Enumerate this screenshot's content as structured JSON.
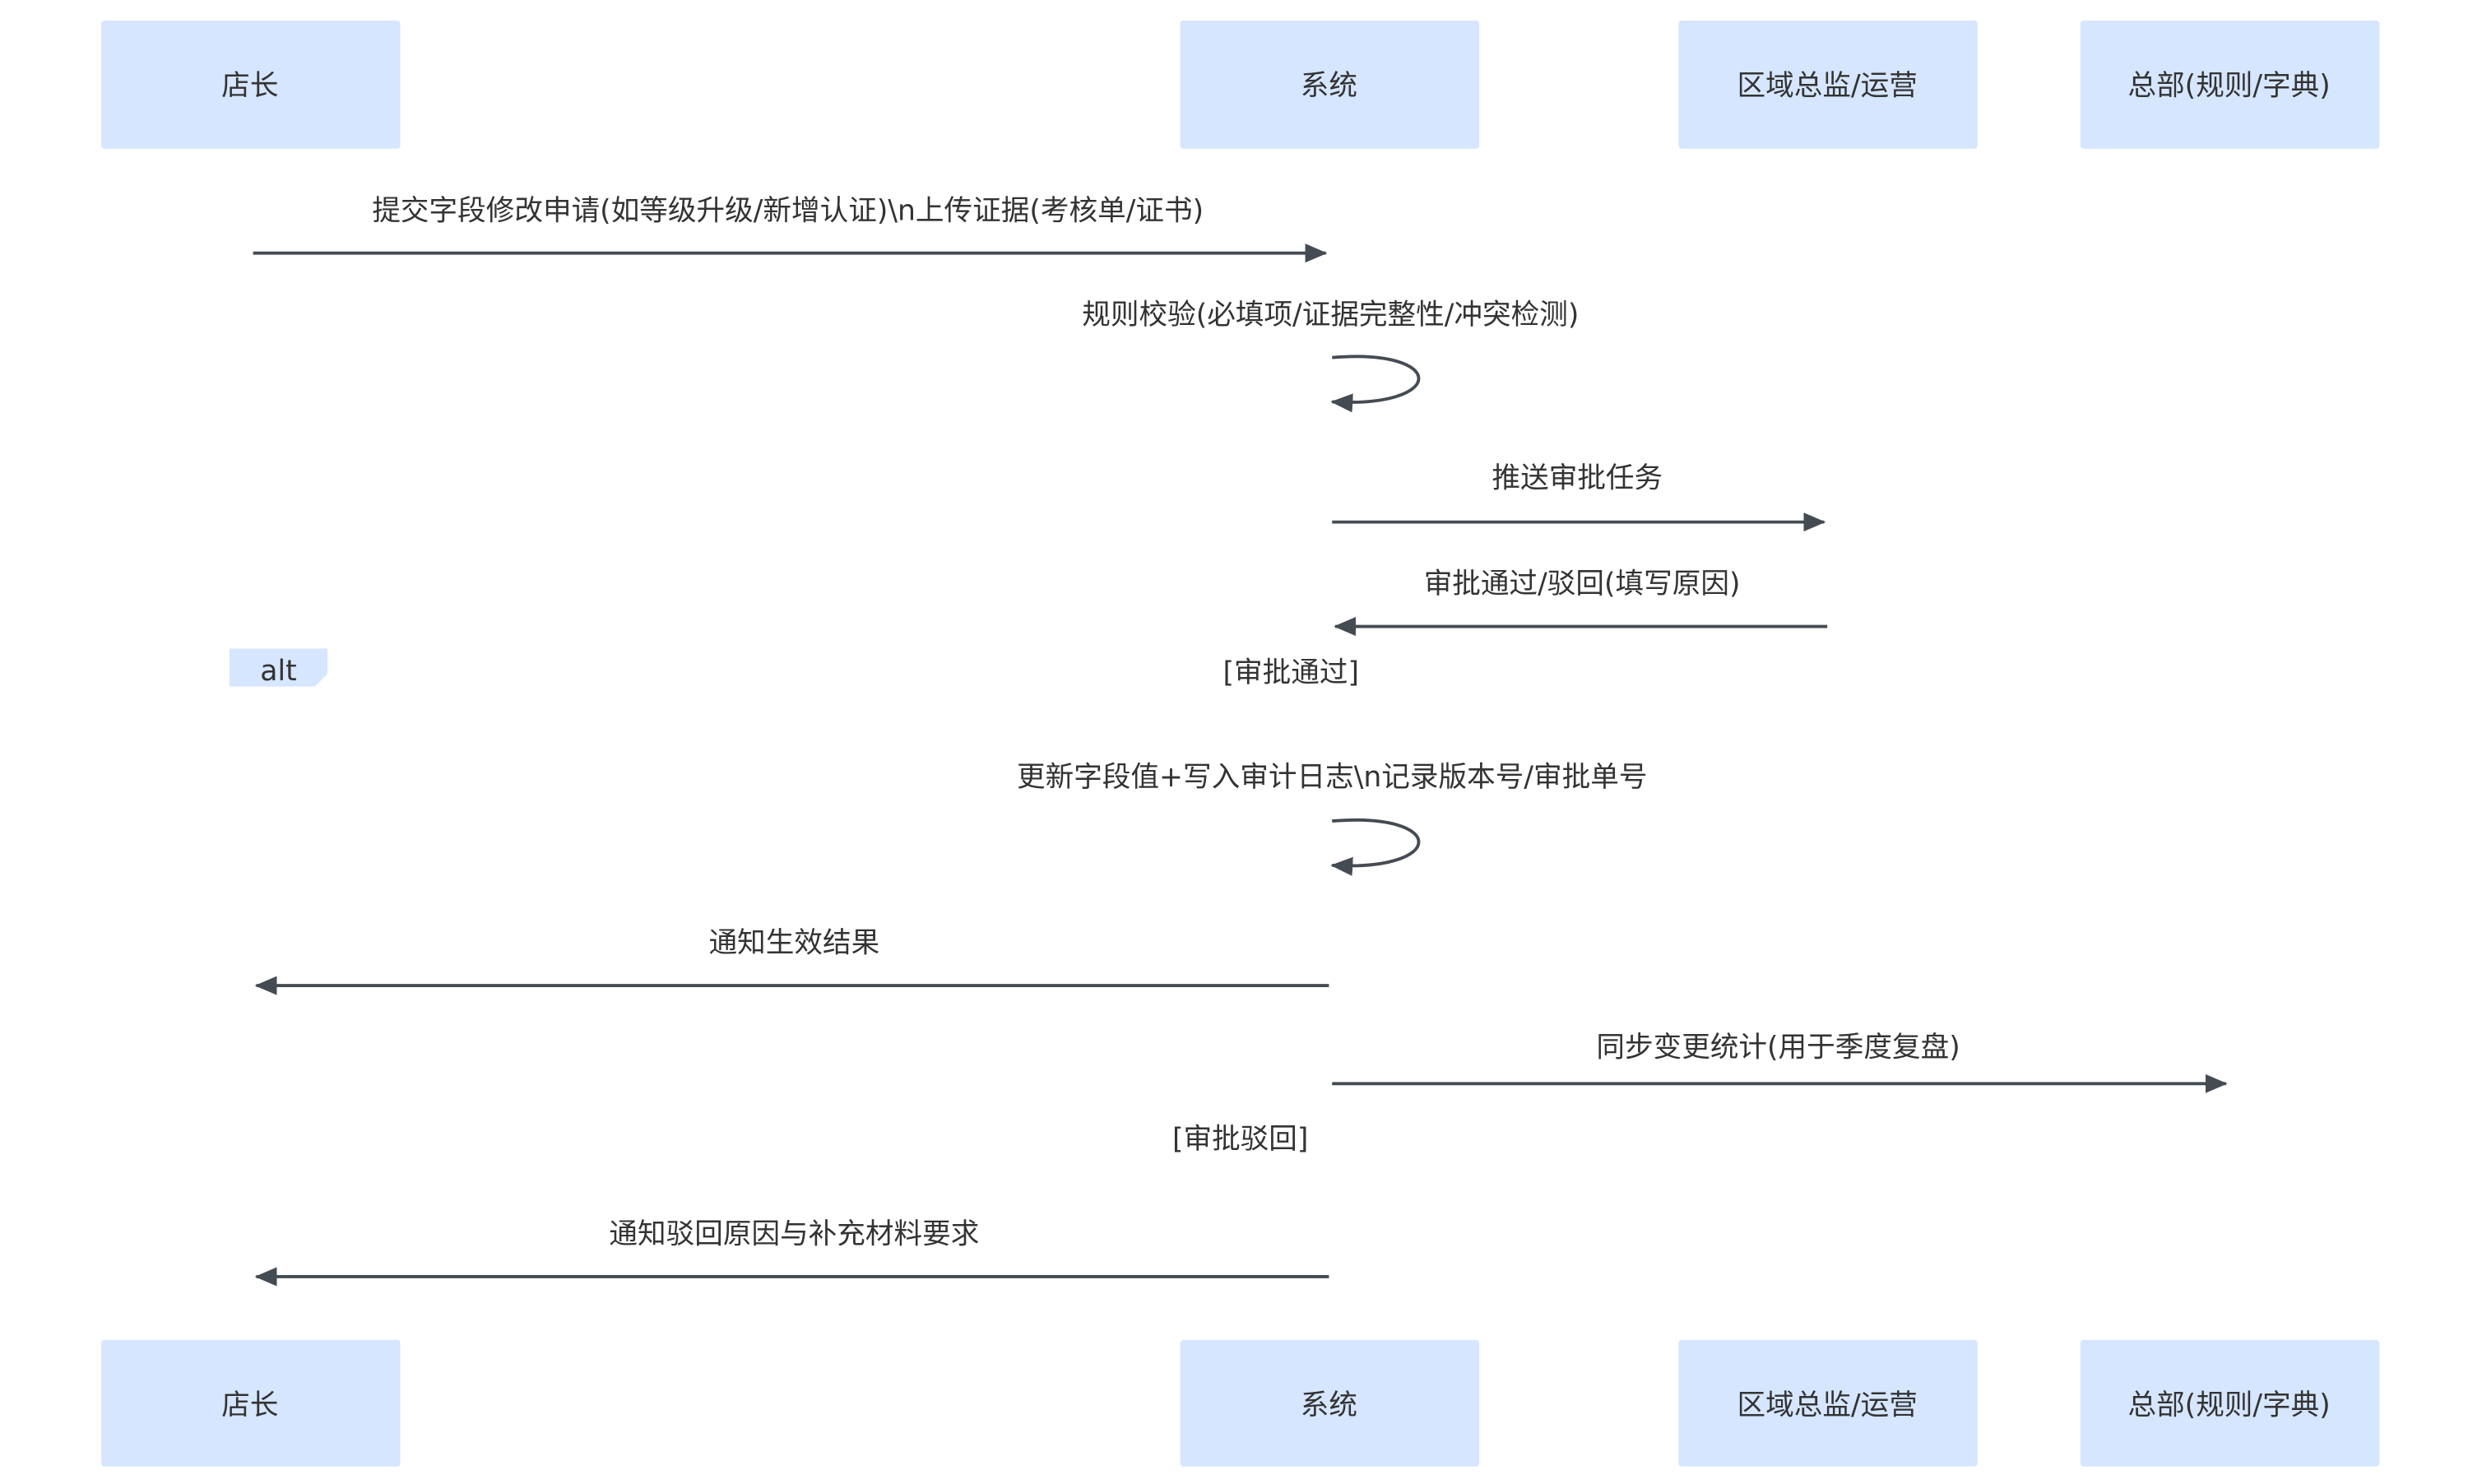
{
  "participants": [
    "店长",
    "系统",
    "区域总监/运营",
    "总部(规则/字典)"
  ],
  "messages": [
    {
      "from": "店长",
      "to": "系统",
      "label": "提交字段修改申请(如等级升级/新增认证)\\n上传证据(考核单/证书)"
    },
    {
      "from": "系统",
      "to": "系统",
      "label": "规则校验(必填项/证据完整性/冲突检测)"
    },
    {
      "from": "系统",
      "to": "区域总监/运营",
      "label": "推送审批任务"
    },
    {
      "from": "区域总监/运营",
      "to": "系统",
      "label": "审批通过/驳回(填写原因)"
    },
    {
      "from": "系统",
      "to": "系统",
      "label": "更新字段值+写入审计日志\\n记录版本号/审批单号"
    },
    {
      "from": "系统",
      "to": "店长",
      "label": "通知生效结果"
    },
    {
      "from": "系统",
      "to": "总部(规则/字典)",
      "label": "同步变更统计(用于季度复盘)"
    },
    {
      "from": "系统",
      "to": "店长",
      "label": "通知驳回原因与补充材料要求"
    }
  ],
  "alt": {
    "label": "alt",
    "conditions": [
      "[审批通过]",
      "[审批驳回]"
    ]
  },
  "colors": {
    "actor_fill": "#d6e6ff",
    "line": "#444b53",
    "text": "#333333"
  }
}
